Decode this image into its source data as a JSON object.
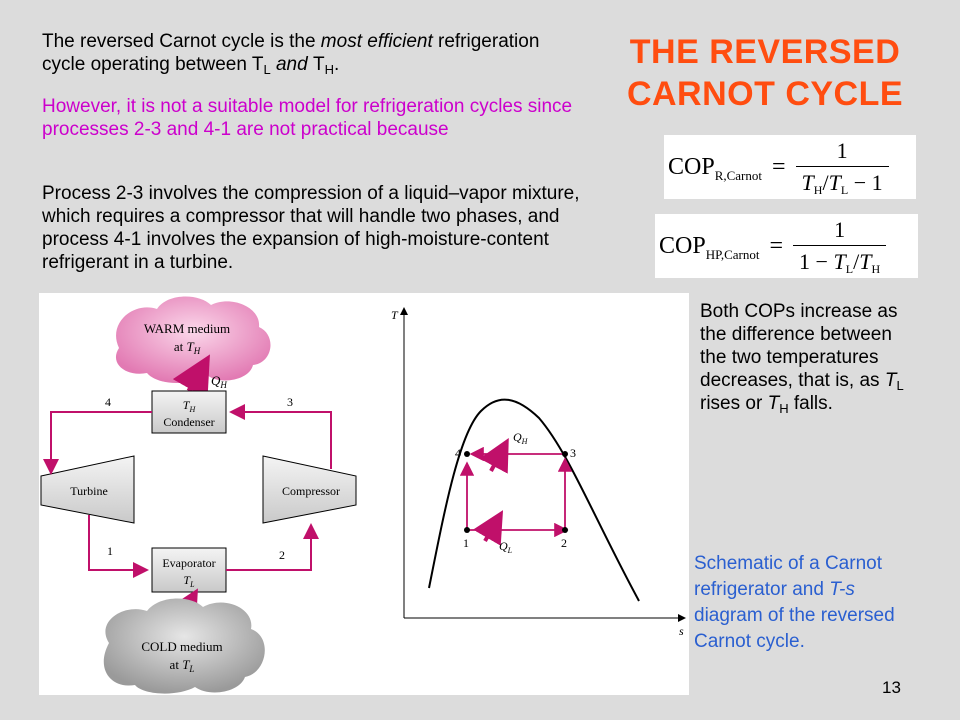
{
  "title": {
    "line1": "THE REVERSED",
    "line2": "CARNOT CYCLE"
  },
  "intro": {
    "a": "The reversed Carnot cycle is the ",
    "b": "most efficient",
    "c": " refrigeration cycle operating between ",
    "d": "T",
    "e": "L",
    "f": " and ",
    "g": "T",
    "h": "H",
    "i": "."
  },
  "however": "However, it is not a suitable model for refrigeration cycles since processes 2-3 and 4-1 are not practical because",
  "process": "Process 2-3 involves the compression of a liquid–vapor mixture, which requires a compressor that will handle two phases, and process 4-1 involves the expansion of high-moisture-content refrigerant in a turbine.",
  "formula_r": {
    "cop": "COP",
    "sub": "R,Carnot",
    "eq": "=",
    "num": "1",
    "d1": "T",
    "d1s": "H",
    "d2": "/",
    "d3": "T",
    "d3s": "L",
    "d4": " − 1"
  },
  "formula_hp": {
    "cop": "COP",
    "sub": "HP,Carnot",
    "eq": "=",
    "num": "1",
    "d1": "1 − ",
    "d2": "T",
    "d2s": "L",
    "d3": "/",
    "d4": "T",
    "d4s": "H"
  },
  "both": {
    "a": "Both COPs increase as the difference between the two temperatures decreases, that is, as ",
    "t1": "T",
    "s1": "L",
    "b": " rises or ",
    "t2": "T",
    "s2": "H",
    "c": " falls."
  },
  "caption": {
    "a": "Schematic of a Carnot refrigerator and ",
    "b": "T-s",
    "c": " diagram of the reversed Carnot cycle."
  },
  "page_number": "13",
  "schematic": {
    "warm": "WARM medium",
    "at": "at",
    "T": "T",
    "H": "H",
    "L": "L",
    "Q": "Q",
    "condenser": "Condenser",
    "evaporator": "Evaporator",
    "turbine": "Turbine",
    "compressor": "Compressor",
    "cold": "COLD medium",
    "n1": "1",
    "n2": "2",
    "n3": "3",
    "n4": "4"
  },
  "ts": {
    "T": "T",
    "s": "s",
    "Q": "Q",
    "H": "H",
    "L": "L",
    "p1": "1",
    "p2": "2",
    "p3": "3",
    "p4": "4"
  },
  "colors": {
    "title": "#ff4d10",
    "magenta": "#cc00cc",
    "caption": "#2a5fd0",
    "cycle": "#c0106a"
  }
}
